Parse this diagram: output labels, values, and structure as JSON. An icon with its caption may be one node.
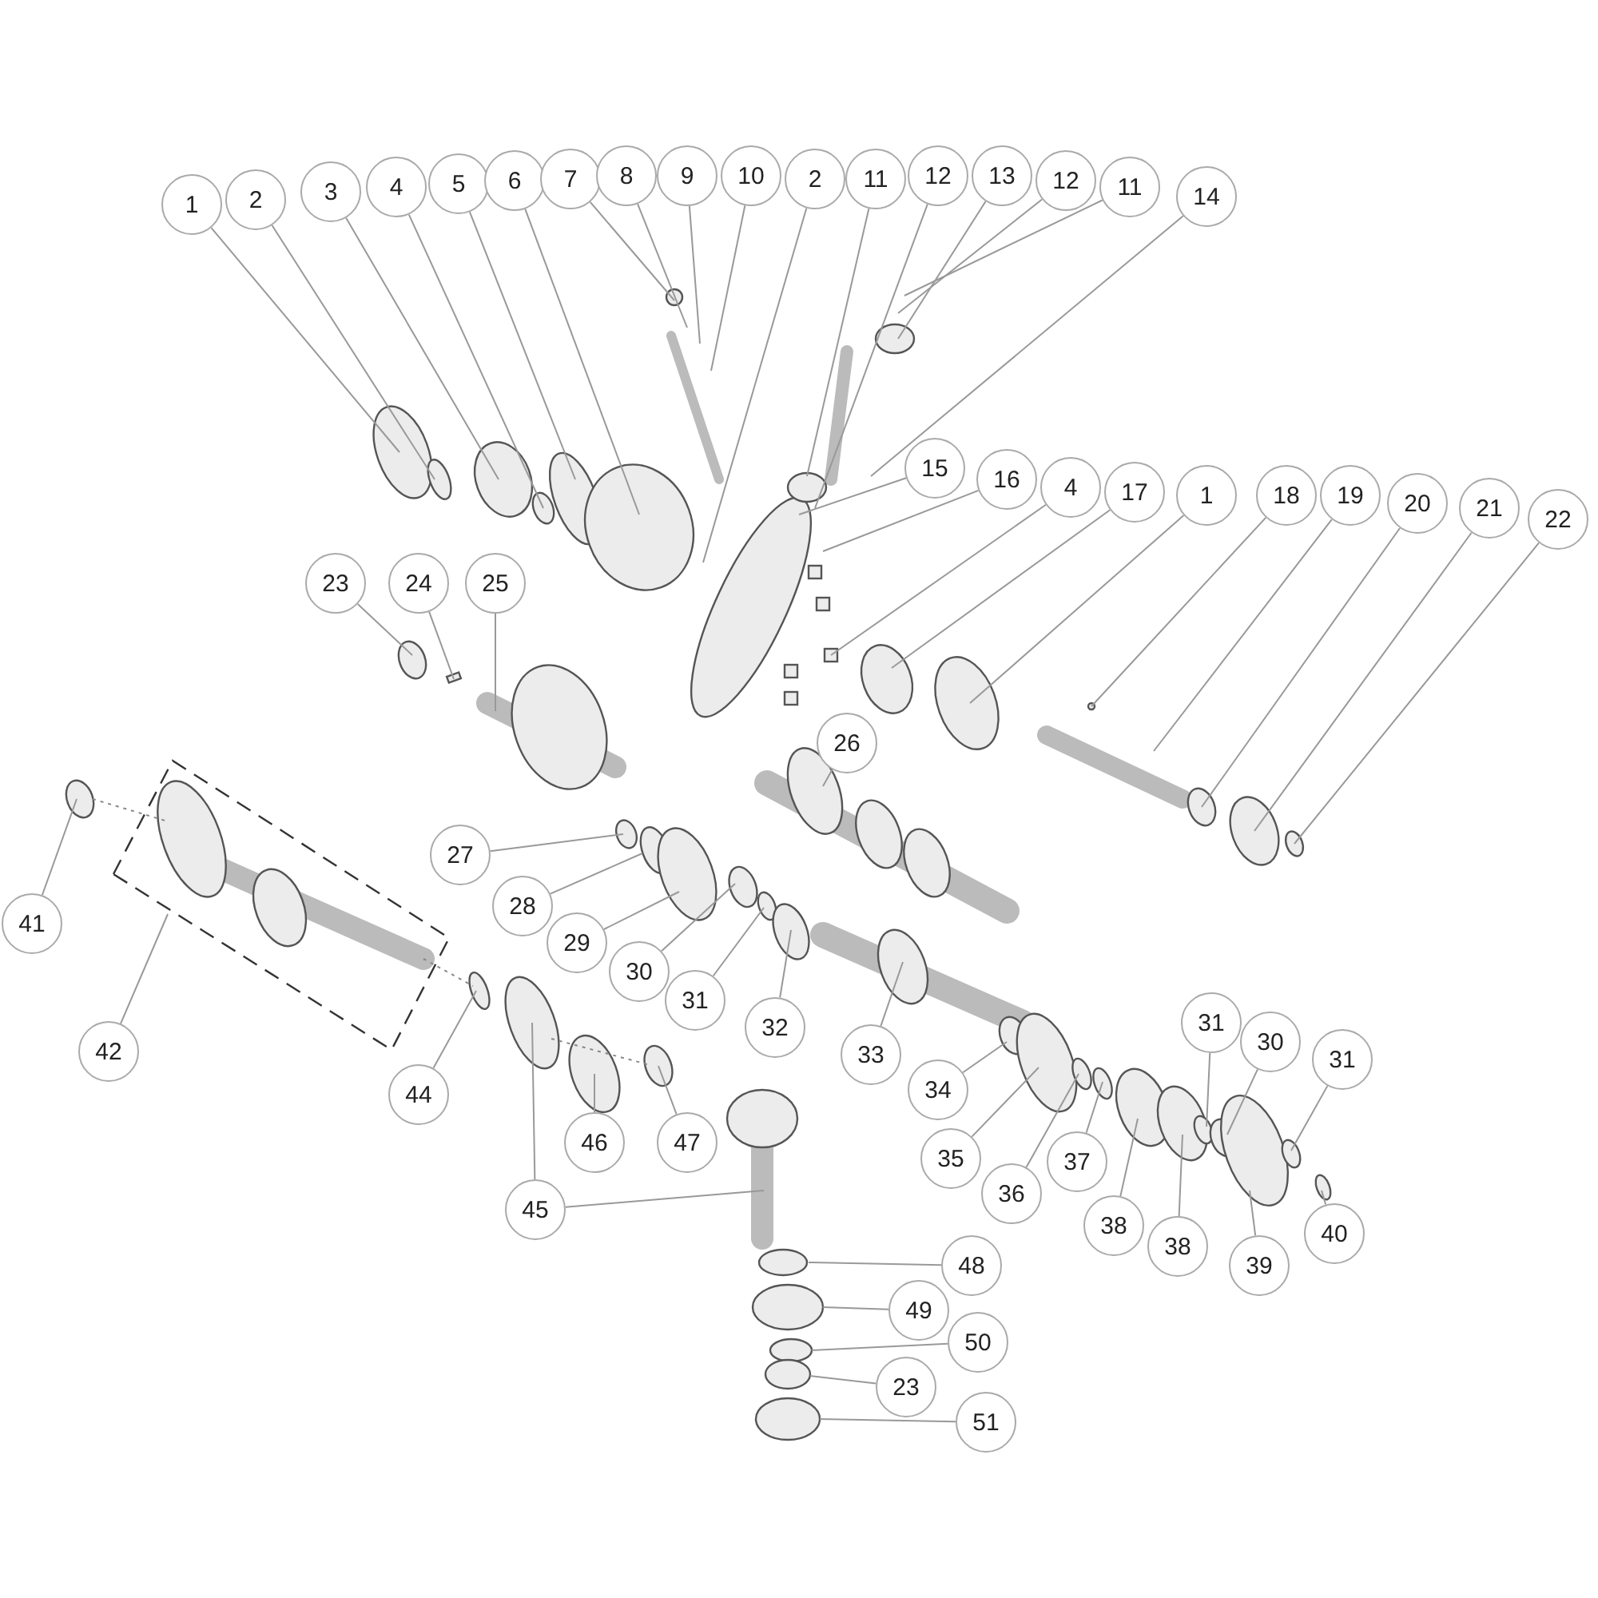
{
  "diagram": {
    "nodes": [
      {
        "text": [
          "1"
        ]
      },
      {
        "text": [
          "2"
        ]
      },
      {
        "text": [
          "3"
        ]
      },
      {
        "text": [
          "4"
        ]
      },
      {
        "text": [
          "5"
        ]
      },
      {
        "text": [
          "6"
        ]
      },
      {
        "text": [
          "7"
        ]
      },
      {
        "text": [
          "8"
        ]
      },
      {
        "text": [
          "9"
        ]
      },
      {
        "text": [
          "10"
        ]
      },
      {
        "text": [
          "2"
        ]
      },
      {
        "text": [
          "11"
        ]
      },
      {
        "text": [
          "12"
        ]
      },
      {
        "text": [
          "13"
        ]
      },
      {
        "text": [
          "12"
        ]
      },
      {
        "text": [
          "11"
        ]
      },
      {
        "text": [
          "14"
        ]
      },
      {
        "text": [
          "15"
        ]
      },
      {
        "text": [
          "16"
        ]
      },
      {
        "text": [
          "4"
        ]
      },
      {
        "text": [
          "17"
        ]
      },
      {
        "text": [
          "1"
        ]
      },
      {
        "text": [
          "18"
        ]
      },
      {
        "text": [
          "19"
        ]
      },
      {
        "text": [
          "20"
        ]
      },
      {
        "text": [
          "21"
        ]
      },
      {
        "text": [
          "22"
        ]
      },
      {
        "text": [
          "23"
        ]
      },
      {
        "text": [
          "24"
        ]
      },
      {
        "text": [
          "25"
        ]
      },
      {
        "text": [
          "26"
        ]
      },
      {
        "text": [
          "41"
        ]
      },
      {
        "text": [
          "42"
        ]
      },
      {
        "text": [
          "27"
        ]
      },
      {
        "text": [
          "28"
        ]
      },
      {
        "text": [
          "29"
        ]
      },
      {
        "text": [
          "30"
        ]
      },
      {
        "text": [
          "31"
        ]
      },
      {
        "text": [
          "32"
        ]
      },
      {
        "text": [
          "33"
        ]
      },
      {
        "text": [
          "44"
        ]
      },
      {
        "text": [
          "34"
        ]
      },
      {
        "text": [
          "45"
        ]
      },
      {
        "text": [
          "46"
        ]
      },
      {
        "text": [
          "47"
        ]
      },
      {
        "text": [
          "35"
        ]
      },
      {
        "text": [
          "36"
        ]
      },
      {
        "text": [
          "37"
        ]
      },
      {
        "text": [
          "31"
        ]
      },
      {
        "text": [
          "30"
        ]
      },
      {
        "text": [
          "31"
        ]
      },
      {
        "text": [
          "38"
        ]
      },
      {
        "text": [
          "38"
        ]
      },
      {
        "text": [
          "40"
        ]
      },
      {
        "text": [
          "39"
        ]
      },
      {
        "text": [
          "48"
        ]
      },
      {
        "text": [
          "49"
        ]
      },
      {
        "text": [
          "50"
        ]
      },
      {
        "text": [
          "23"
        ]
      },
      {
        "text": [
          "51"
        ]
      }
    ],
    "edges": [
      {
        "from": 0,
        "to": null,
        "arrow": "none"
      },
      {
        "from": 1,
        "to": null,
        "arrow": "none"
      },
      {
        "from": 2,
        "to": null,
        "arrow": "none"
      },
      {
        "from": 3,
        "to": null,
        "arrow": "none"
      },
      {
        "from": 4,
        "to": null,
        "arrow": "none"
      },
      {
        "from": 5,
        "to": null,
        "arrow": "none"
      },
      {
        "from": 6,
        "to": null,
        "arrow": "none"
      },
      {
        "from": 7,
        "to": null,
        "arrow": "none"
      },
      {
        "from": 8,
        "to": null,
        "arrow": "none"
      },
      {
        "from": 9,
        "to": null,
        "arrow": "none"
      },
      {
        "from": 10,
        "to": null,
        "arrow": "none"
      },
      {
        "from": 11,
        "to": null,
        "arrow": "none"
      },
      {
        "from": 12,
        "to": null,
        "arrow": "none"
      },
      {
        "from": 13,
        "to": null,
        "arrow": "none"
      },
      {
        "from": 14,
        "to": null,
        "arrow": "none"
      },
      {
        "from": 15,
        "to": null,
        "arrow": "none"
      },
      {
        "from": 16,
        "to": null,
        "arrow": "none"
      },
      {
        "from": 17,
        "to": null,
        "arrow": "none"
      },
      {
        "from": 18,
        "to": null,
        "arrow": "none"
      },
      {
        "from": 19,
        "to": null,
        "arrow": "none"
      },
      {
        "from": 20,
        "to": null,
        "arrow": "none"
      },
      {
        "from": 21,
        "to": null,
        "arrow": "none"
      },
      {
        "from": 22,
        "to": null,
        "arrow": "none"
      },
      {
        "from": 23,
        "to": null,
        "arrow": "none"
      },
      {
        "from": 24,
        "to": null,
        "arrow": "none"
      },
      {
        "from": 25,
        "to": null,
        "arrow": "none"
      },
      {
        "from": 26,
        "to": null,
        "arrow": "none"
      },
      {
        "from": 27,
        "to": null,
        "arrow": "none"
      },
      {
        "from": 28,
        "to": null,
        "arrow": "none"
      },
      {
        "from": 29,
        "to": null,
        "arrow": "none"
      },
      {
        "from": 30,
        "to": null,
        "arrow": "none"
      },
      {
        "from": 31,
        "to": null,
        "arrow": "none"
      },
      {
        "from": 32,
        "to": null,
        "arrow": "none"
      },
      {
        "from": 33,
        "to": null,
        "arrow": "none"
      },
      {
        "from": 34,
        "to": null,
        "arrow": "none"
      },
      {
        "from": 35,
        "to": null,
        "arrow": "none"
      },
      {
        "from": 36,
        "to": null,
        "arrow": "none"
      },
      {
        "from": 37,
        "to": null,
        "arrow": "none"
      },
      {
        "from": 38,
        "to": null,
        "arrow": "none"
      },
      {
        "from": 39,
        "to": null,
        "arrow": "none"
      },
      {
        "from": 40,
        "to": null,
        "arrow": "none"
      },
      {
        "from": 41,
        "to": null,
        "arrow": "none"
      },
      {
        "from": 42,
        "to": null,
        "arrow": "none"
      },
      {
        "from": 42,
        "to": null,
        "arrow": "none"
      },
      {
        "from": 43,
        "to": null,
        "arrow": "none"
      },
      {
        "from": 44,
        "to": null,
        "arrow": "none"
      },
      {
        "from": 45,
        "to": null,
        "arrow": "none"
      },
      {
        "from": 46,
        "to": null,
        "arrow": "none"
      },
      {
        "from": 47,
        "to": null,
        "arrow": "none"
      },
      {
        "from": 48,
        "to": null,
        "arrow": "none"
      },
      {
        "from": 49,
        "to": null,
        "arrow": "none"
      },
      {
        "from": 50,
        "to": null,
        "arrow": "none"
      },
      {
        "from": 51,
        "to": null,
        "arrow": "none"
      },
      {
        "from": 52,
        "to": null,
        "arrow": "none"
      },
      {
        "from": 53,
        "to": null,
        "arrow": "none"
      },
      {
        "from": 54,
        "to": null,
        "arrow": "none"
      },
      {
        "from": 55,
        "to": null,
        "arrow": "none"
      },
      {
        "from": 56,
        "to": null,
        "arrow": "none"
      },
      {
        "from": 57,
        "to": null,
        "arrow": "none"
      },
      {
        "from": 58,
        "to": null,
        "arrow": "none"
      },
      {
        "from": 59,
        "to": null,
        "arrow": "none"
      }
    ]
  }
}
